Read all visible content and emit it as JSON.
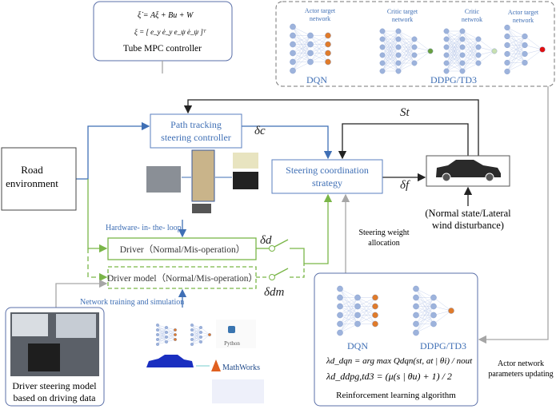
{
  "mpc": {
    "eq1": "ξ̇ = Aξ + Bu + W",
    "eq2": "ξ = [ e_y   ė_y   e_ψ   ė_ψ ]ᵀ",
    "title": "Tube MPC controller"
  },
  "networks": {
    "actor_target_1": [
      "Actor target",
      "network"
    ],
    "critic_target": [
      "Critic target",
      "network"
    ],
    "critic": [
      "Critic",
      "netwrok"
    ],
    "actor_target_2": [
      "Actor target",
      "network"
    ],
    "dqn_label": "DQN",
    "ddpg_label": "DDPG/TD3"
  },
  "path_tracking": [
    "Path tracking",
    "steering controller"
  ],
  "road_env": [
    "Road",
    "environment"
  ],
  "steering_coord": [
    "Steering coordination",
    "strategy"
  ],
  "disturbance": [
    "(Normal state/Lateral",
    "wind disturbance)"
  ],
  "signals": {
    "delta_c": "δc",
    "s_t": "St",
    "delta_f": "δf",
    "delta_d": "δd",
    "delta_dm": "δdm"
  },
  "hil_label": "Hardware- in- the- loop",
  "driver": "Driver（Normal/Mis-operation）",
  "driver_model": "Driver model（Normal/Mis-operation）",
  "net_training_label": "Network training and simulation",
  "weight_alloc": [
    "Steering weight",
    "allocation"
  ],
  "actor_update": [
    "Actor network",
    "parameters updating"
  ],
  "rl": {
    "dqn_label": "DQN",
    "ddpg_label": "DDPG/TD3",
    "eq1": "λd_dqn = arg max Qdqn(st, at | θi) / nout",
    "eq2": "λd_ddpg,td3 = (μ(s | θu) + 1) / 2",
    "title": "Reinforcement learning algorithm"
  },
  "driver_photo_caption": [
    "Driver steering model",
    "based on driving data"
  ],
  "sim": {
    "python": "Python",
    "mathworks": "MathWorks"
  },
  "colors": {
    "blue": "#3f6fb5",
    "green": "#7ab648",
    "gray": "#a6a6a6",
    "black": "#222222",
    "orange": "#e07b2a",
    "node": "#9db3dc",
    "red": "#e01010"
  }
}
